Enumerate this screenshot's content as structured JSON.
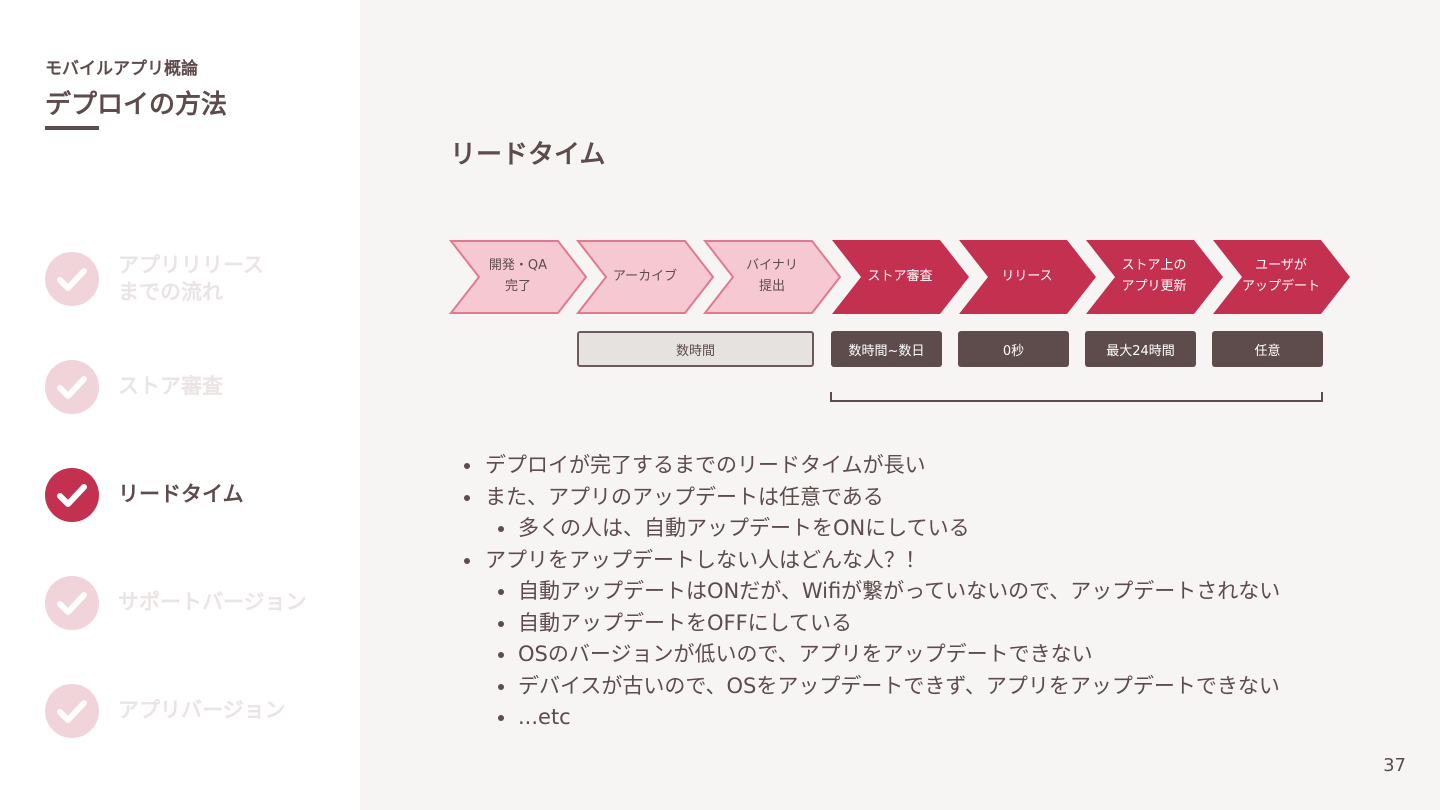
{
  "sidebar": {
    "subject": "モバイルアプリ概論",
    "deck_title": "デプロイの方法",
    "items": [
      {
        "label": "アプリリリース\nまでの流れ",
        "active": false
      },
      {
        "label": "ストア審査",
        "active": false
      },
      {
        "label": "リードタイム",
        "active": true
      },
      {
        "label": "サポートバージョン",
        "active": false
      },
      {
        "label": "アプリバージョン",
        "active": false
      }
    ]
  },
  "main": {
    "title": "リードタイム",
    "steps": [
      {
        "label": "開発・QA\n完了",
        "style": "light"
      },
      {
        "label": "アーカイブ",
        "style": "light"
      },
      {
        "label": "バイナリ\n提出",
        "style": "light"
      },
      {
        "label": "ストア審査",
        "style": "dark"
      },
      {
        "label": "リリース",
        "style": "dark"
      },
      {
        "label": "ストア上の\nアプリ更新",
        "style": "dark"
      },
      {
        "label": "ユーザが\nアップデート",
        "style": "dark"
      }
    ],
    "durations": [
      {
        "label": "数時間",
        "style": "light"
      },
      {
        "label": "数時間~数日",
        "style": "dark"
      },
      {
        "label": "0秒",
        "style": "dark"
      },
      {
        "label": "最大24時間",
        "style": "dark"
      },
      {
        "label": "任意",
        "style": "dark"
      }
    ],
    "bullets": [
      {
        "level": 1,
        "text": "デプロイが完了するまでのリードタイムが長い"
      },
      {
        "level": 1,
        "text": "また、アプリのアップデートは任意である"
      },
      {
        "level": 2,
        "text": "多くの人は、自動アップデートをONにしている"
      },
      {
        "level": 1,
        "text": "アプリをアップデートしない人はどんな人？！"
      },
      {
        "level": 2,
        "text": "自動アップデートはONだが、Wifiが繋がっていないので、アップデートされない"
      },
      {
        "level": 2,
        "text": "自動アップデートをOFFにしている"
      },
      {
        "level": 2,
        "text": "OSのバージョンが低いので、アプリをアップデートできない"
      },
      {
        "level": 2,
        "text": "デバイスが古いので、OSをアップデートできず、アプリをアップデートできない"
      },
      {
        "level": 2,
        "text": "...etc"
      }
    ]
  },
  "page_number": "37",
  "colors": {
    "accent": "#c4304f",
    "accent_light": "#f6c9d2",
    "text": "#5e4b4c",
    "background": "#f7f5f4",
    "sidebar": "#ffffff"
  }
}
